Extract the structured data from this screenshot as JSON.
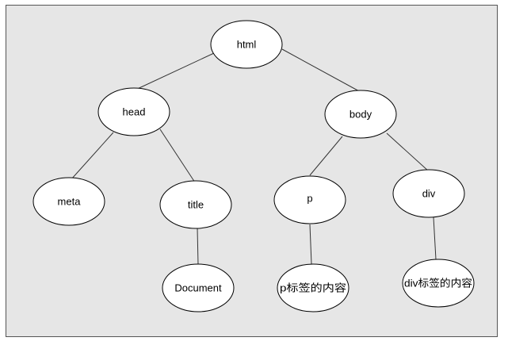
{
  "nodes": {
    "html": "html",
    "head": "head",
    "body": "body",
    "meta": "meta",
    "title": "title",
    "p": "p",
    "div": "div",
    "document": "Document",
    "p_content": "p标签的内容",
    "div_content": "div标签的内容"
  },
  "colors": {
    "canvas_background": "#e6e6e6",
    "canvas_border": "#555555",
    "node_fill": "#ffffff",
    "node_stroke": "#000000",
    "edge_stroke": "#333333"
  }
}
